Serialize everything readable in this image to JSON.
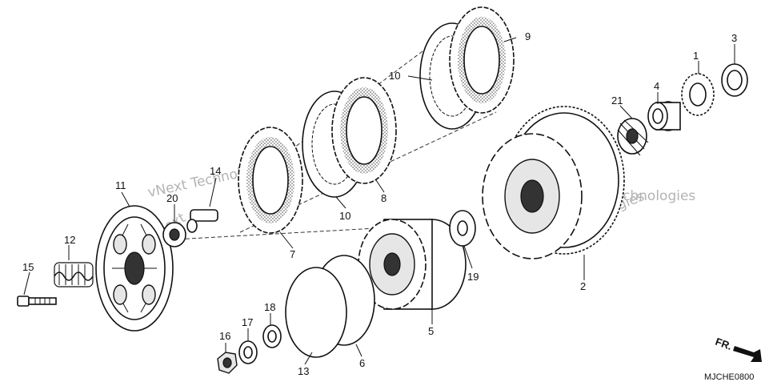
{
  "diagram": {
    "code": "MJCHE0800",
    "front_marker": "FR.",
    "callouts": [
      {
        "id": "c1",
        "text": "1"
      },
      {
        "id": "c2",
        "text": "2"
      },
      {
        "id": "c3",
        "text": "3"
      },
      {
        "id": "c4",
        "text": "4"
      },
      {
        "id": "c5",
        "text": "5"
      },
      {
        "id": "c6",
        "text": "6"
      },
      {
        "id": "c7",
        "text": "7"
      },
      {
        "id": "c8",
        "text": "8"
      },
      {
        "id": "c9",
        "text": "9"
      },
      {
        "id": "c10a",
        "text": "10"
      },
      {
        "id": "c10b",
        "text": "10"
      },
      {
        "id": "c11",
        "text": "11"
      },
      {
        "id": "c12",
        "text": "12"
      },
      {
        "id": "c13",
        "text": "13"
      },
      {
        "id": "c14",
        "text": "14"
      },
      {
        "id": "c15",
        "text": "15"
      },
      {
        "id": "c16",
        "text": "16"
      },
      {
        "id": "c17",
        "text": "17"
      },
      {
        "id": "c18",
        "text": "18"
      },
      {
        "id": "c19",
        "text": "19"
      },
      {
        "id": "c20",
        "text": "20"
      },
      {
        "id": "c21",
        "text": "21"
      }
    ],
    "watermarks": [
      "vNext Technologies",
      "vNext Technologies",
      "vNext",
      "Technologies"
    ]
  }
}
